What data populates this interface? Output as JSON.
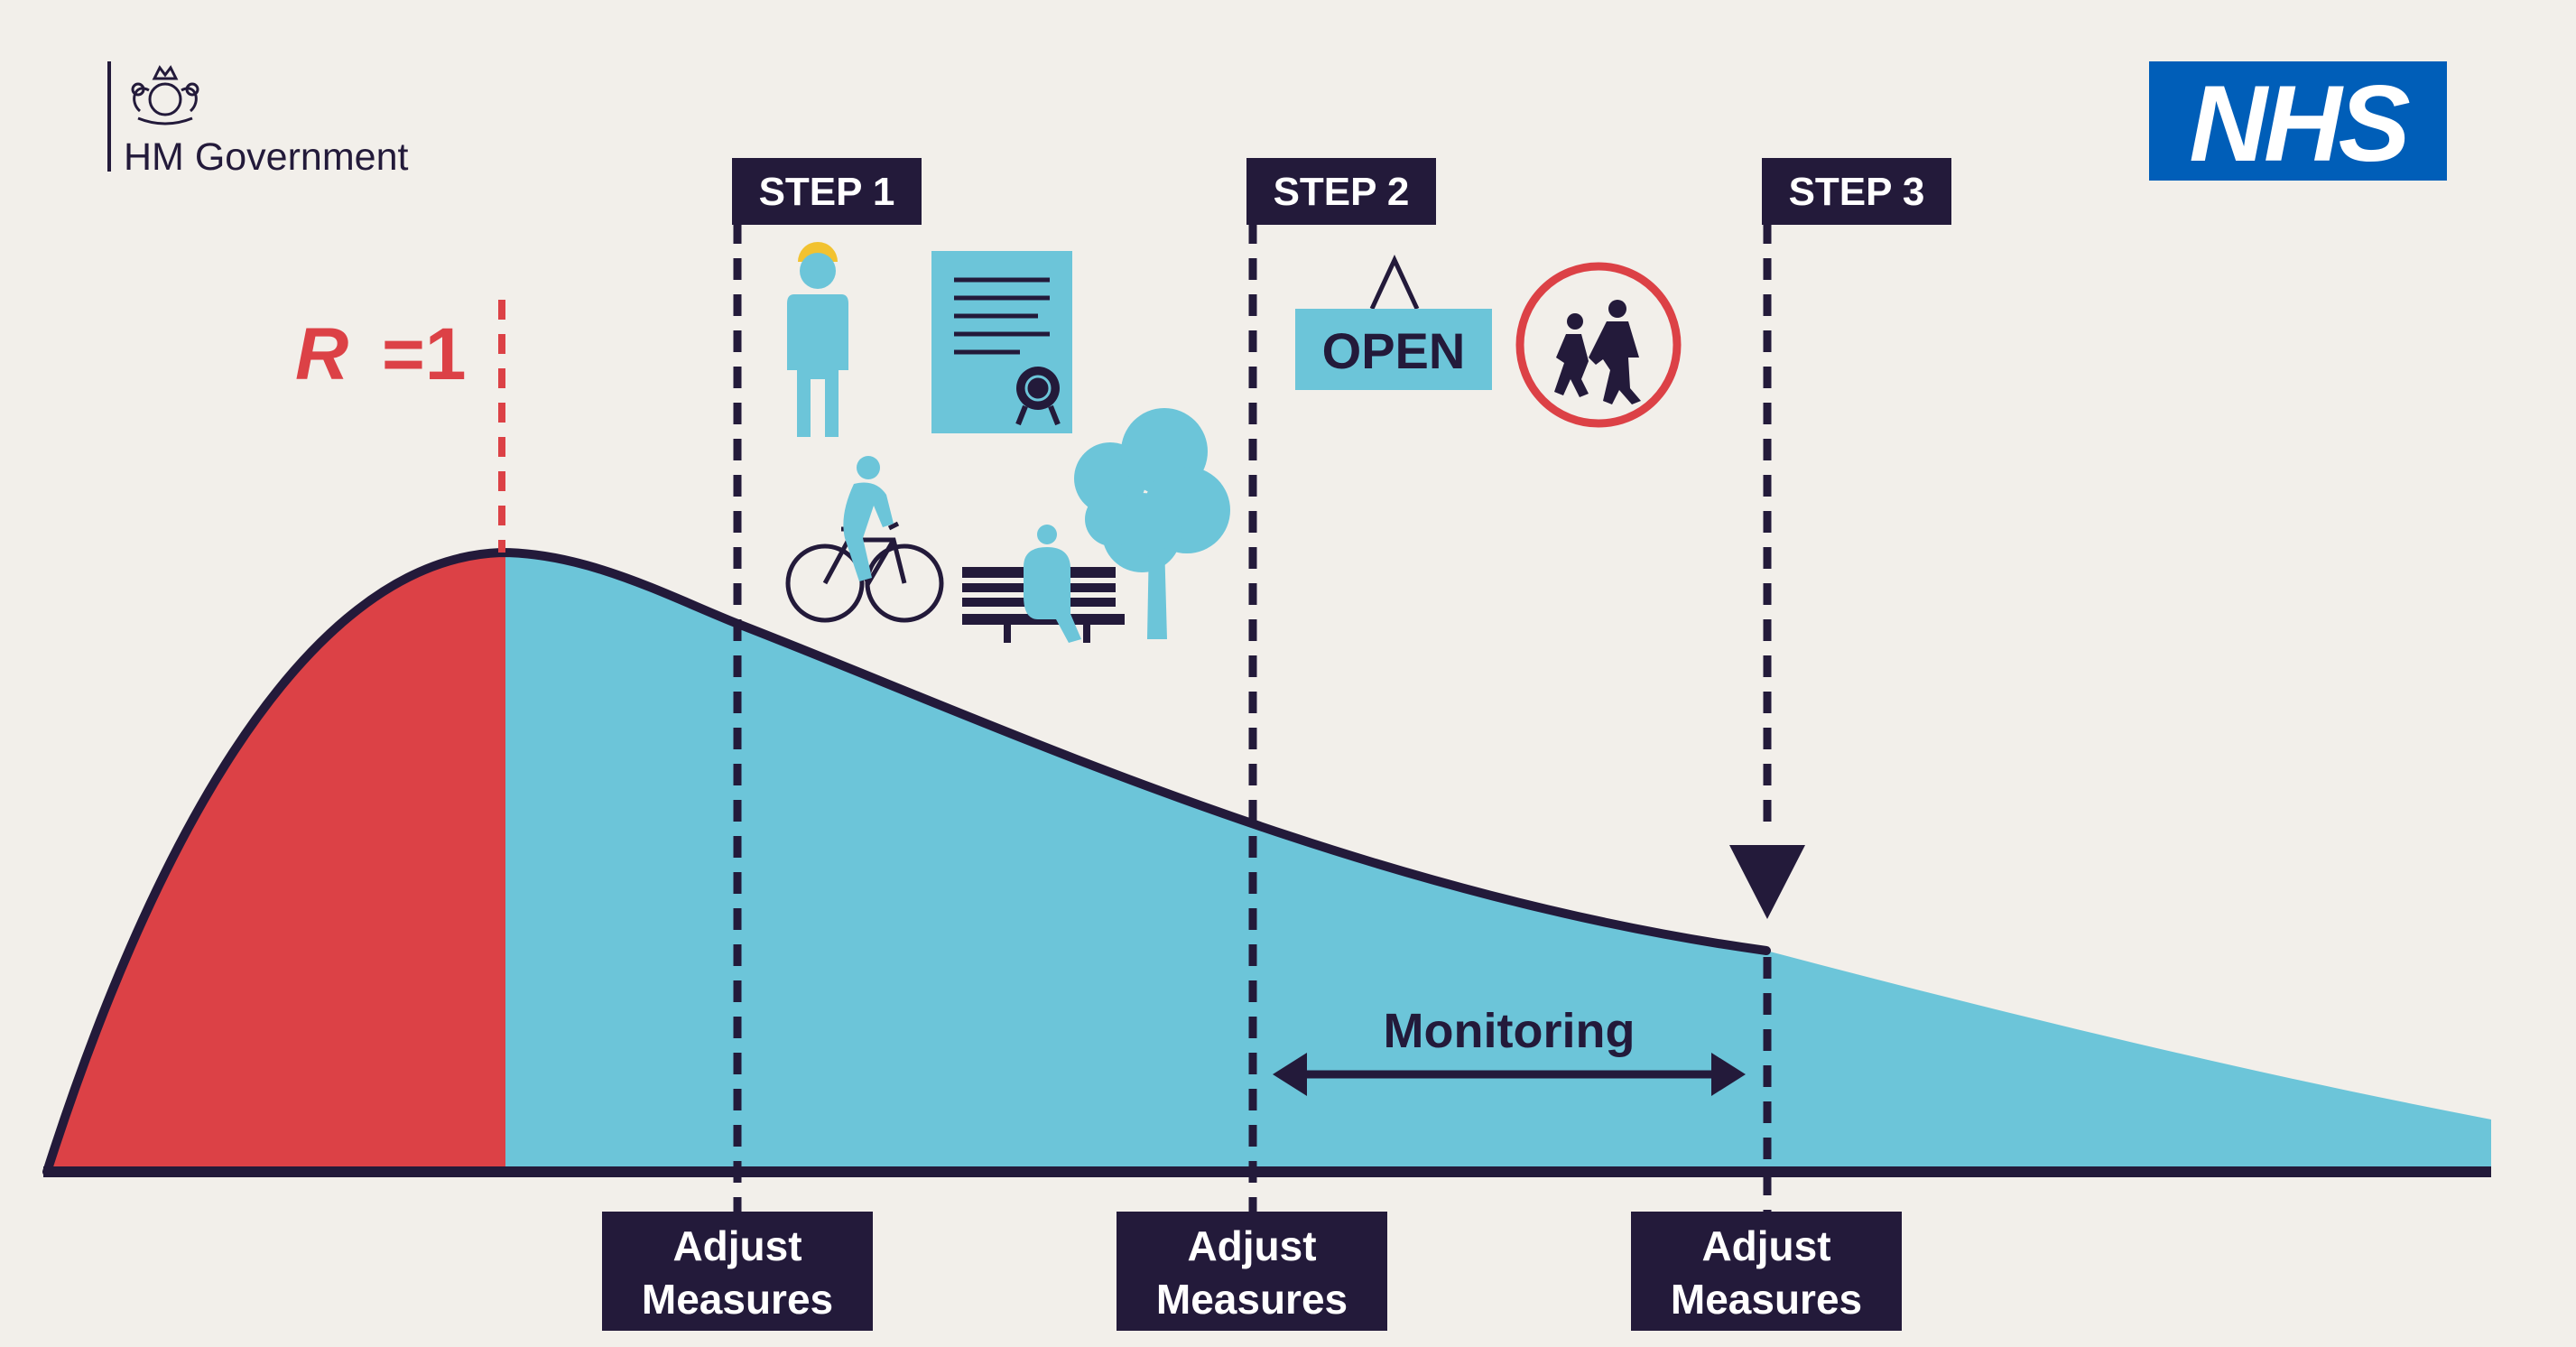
{
  "header": {
    "gov_logo_text": "HM Government",
    "nhs_logo_text": "NHS"
  },
  "diagram": {
    "r_label": "R = 1",
    "r_label_r": "R",
    "r_label_rest": "=1",
    "steps": [
      {
        "label": "STEP 1"
      },
      {
        "label": "STEP 2"
      },
      {
        "label": "STEP 3"
      }
    ],
    "adjust_boxes": [
      {
        "line1": "Adjust",
        "line2": "Measures"
      },
      {
        "line1": "Adjust",
        "line2": "Measures"
      },
      {
        "line1": "Adjust",
        "line2": "Measures"
      }
    ],
    "monitoring_label": "Monitoring",
    "open_sign_text": "OPEN",
    "icons": [
      "person-icon",
      "certificate-icon",
      "cyclist-icon",
      "park-bench-icon",
      "tree-icon",
      "open-sign-icon",
      "school-children-sign-icon"
    ]
  },
  "colors": {
    "background": "#f2efea",
    "navy": "#231a3a",
    "red": "#dc4146",
    "cyan": "#6cc5d9",
    "nhs_blue": "#005eb8"
  }
}
